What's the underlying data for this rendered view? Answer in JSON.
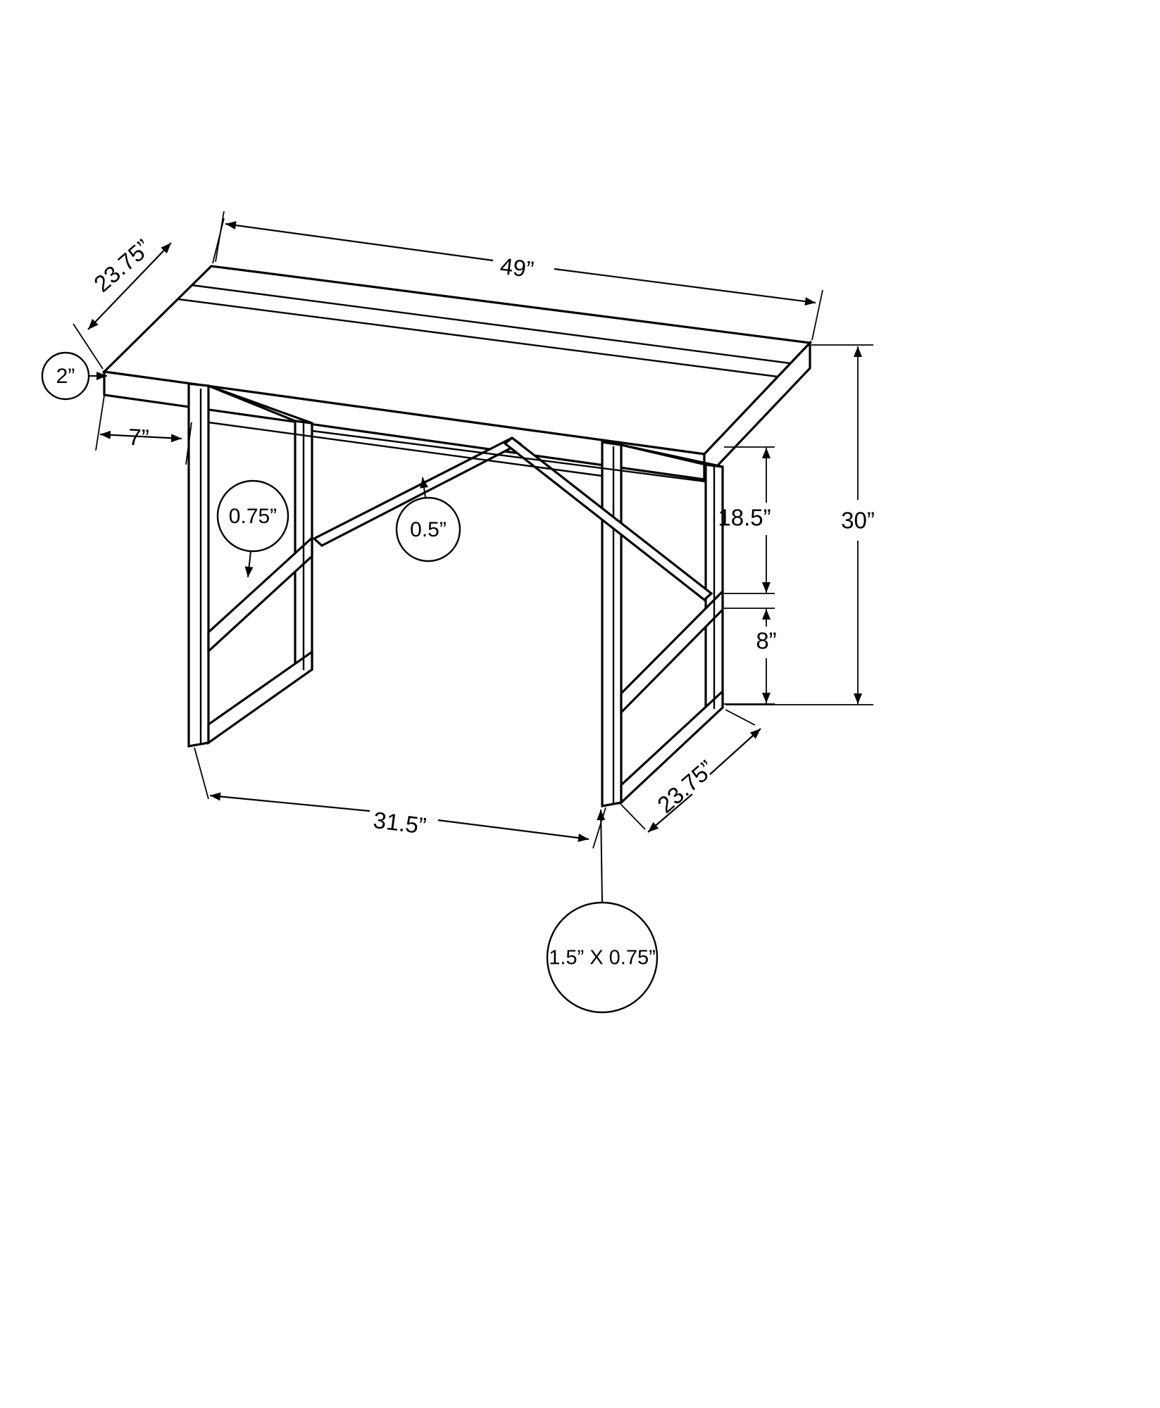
{
  "drawing": {
    "title": "Desk Dimension Drawing",
    "subject": "writing-desk",
    "units": "inches",
    "line_color": "#000000",
    "background_color": "#ffffff",
    "view": "isometric"
  },
  "dimensions": {
    "depth_top_left": "23.75”",
    "width_top": "49”",
    "top_thickness": "2”",
    "overhang": "7”",
    "leg_thickness": "0.75”",
    "brace_thickness": "0.5”",
    "upper_shelf_height": "18.5”",
    "total_height": "30”",
    "lower_shelf_height": "8”",
    "leg_span": "31.5”",
    "depth_bottom_right": "23.75”",
    "leg_profile": "1.5” X 0.75”"
  },
  "callouts": [
    {
      "id": "top-thickness",
      "label": "2”",
      "style": "bubble",
      "leader": "right-arrow"
    },
    {
      "id": "leg-thickness",
      "label": "0.75”",
      "style": "bubble",
      "leader": "down-arrow"
    },
    {
      "id": "brace-thickness",
      "label": "0.5”",
      "style": "bubble",
      "leader": "up-arrow"
    },
    {
      "id": "leg-profile",
      "label": "1.5” X 0.75”",
      "style": "bubble",
      "leader": "up-arrow"
    }
  ],
  "linear_dimensions": [
    {
      "id": "depth-top-left",
      "label": "23.75”",
      "orientation": "diagonal",
      "arrows": "both"
    },
    {
      "id": "width-top",
      "label": "49”",
      "orientation": "diagonal",
      "arrows": "both"
    },
    {
      "id": "overhang",
      "label": "7”",
      "orientation": "horizontal",
      "arrows": "both"
    },
    {
      "id": "upper-shelf-height",
      "label": "18.5”",
      "orientation": "vertical",
      "arrows": "both"
    },
    {
      "id": "total-height",
      "label": "30”",
      "orientation": "vertical",
      "arrows": "both"
    },
    {
      "id": "lower-shelf-height",
      "label": "8”",
      "orientation": "vertical",
      "arrows": "both"
    },
    {
      "id": "leg-span",
      "label": "31.5”",
      "orientation": "horizontal",
      "arrows": "both"
    },
    {
      "id": "depth-bottom-right",
      "label": "23.75”",
      "orientation": "diagonal",
      "arrows": "both"
    }
  ]
}
